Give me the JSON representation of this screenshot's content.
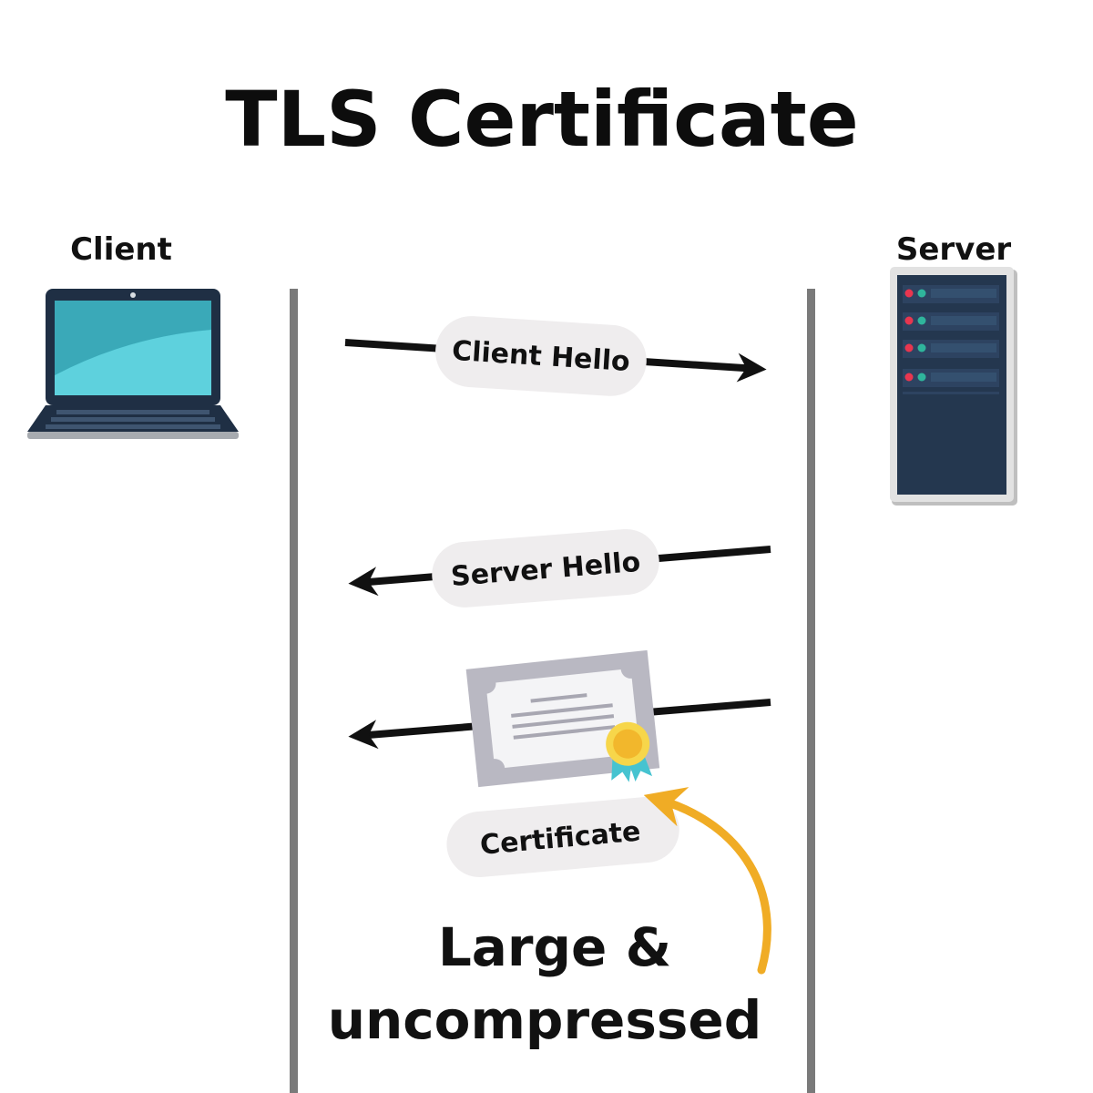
{
  "title": "TLS Certificate",
  "client": {
    "label": "Client",
    "icon": "laptop-icon"
  },
  "server": {
    "label": "Server",
    "icon": "server-rack-icon"
  },
  "messages": [
    {
      "label": "Client Hello",
      "direction": "client-to-server"
    },
    {
      "label": "Server Hello",
      "direction": "server-to-client"
    },
    {
      "label": "Certificate",
      "direction": "server-to-client",
      "icon": "certificate-icon"
    }
  ],
  "annotation": {
    "line1": "Large &",
    "line2": "uncompressed"
  },
  "colors": {
    "background": "#ffffff",
    "lifeline": "#7a7a7a",
    "arrow": "#111111",
    "pill": "#efedee",
    "screen": "#4fc6d3",
    "screen_dark": "#3aa9b8",
    "laptop_body": "#1f2f44",
    "server_body": "#24374f",
    "server_frame": "#d8d8d8",
    "led_red": "#e8364f",
    "led_green": "#2fb59c",
    "certificate_frame": "#b9b8c2",
    "certificate_paper": "#f4f4f6",
    "seal_gold": "#f2b72c",
    "seal_ribbon": "#46c3d0",
    "annotation_arrow": "#f0ac25"
  }
}
